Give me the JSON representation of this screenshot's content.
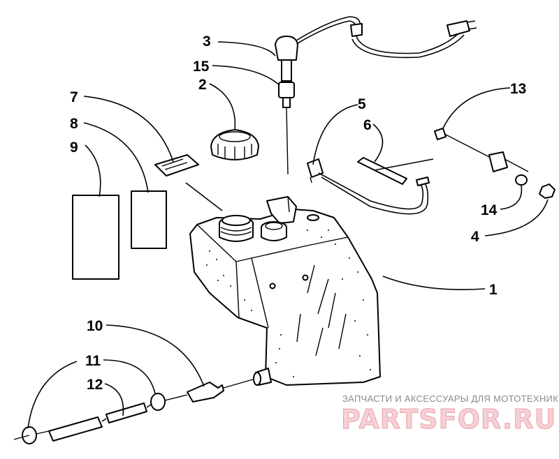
{
  "callouts": [
    {
      "id": "1",
      "text": "1"
    },
    {
      "id": "2",
      "text": "2"
    },
    {
      "id": "3",
      "text": "3"
    },
    {
      "id": "4",
      "text": "4"
    },
    {
      "id": "5",
      "text": "5"
    },
    {
      "id": "6",
      "text": "6"
    },
    {
      "id": "7",
      "text": "7"
    },
    {
      "id": "8",
      "text": "8"
    },
    {
      "id": "9",
      "text": "9"
    },
    {
      "id": "10",
      "text": "10"
    },
    {
      "id": "11",
      "text": "11"
    },
    {
      "id": "12",
      "text": "12"
    },
    {
      "id": "13",
      "text": "13"
    },
    {
      "id": "14",
      "text": "14"
    },
    {
      "id": "15",
      "text": "15"
    }
  ],
  "watermark": {
    "tagline": "ЗАПЧАСТИ И АКСЕССУАРЫ ДЛЯ МОТОТЕХНИКИ",
    "logo": "PARTSFOR.RU"
  },
  "colors": {
    "line": "#000000",
    "background": "#ffffff",
    "watermark_fill": "#f6d0d4",
    "watermark_text": "#8a8a8a"
  }
}
